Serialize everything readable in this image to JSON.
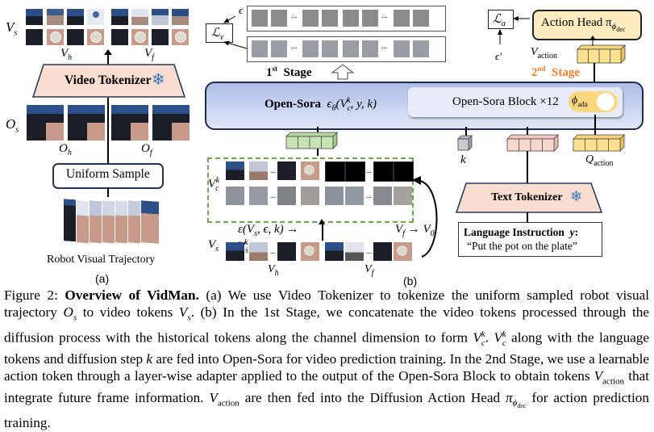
{
  "panel_a": {
    "label": "(a)",
    "vs_label": "V",
    "vs_sub": "s",
    "vh_label": "V",
    "vh_sub": "h",
    "vf_label": "V",
    "vf_sub": "f",
    "video_tokenizer": "Video Tokenizer",
    "os_label": "O",
    "os_sub": "s",
    "oh_label": "O",
    "oh_sub": "h",
    "of_label": "O",
    "of_sub": "f",
    "uniform_sample": "Uniform Sample",
    "trajectory_caption": "Robot Visual Trajectory"
  },
  "panel_b": {
    "label": "(b)",
    "epsilon": "ϵ",
    "loss_v": "ℒ",
    "loss_v_sub": "v",
    "stage1": "1",
    "stage1_sup": "st",
    "stage1_word": "Stage",
    "stage2": "2",
    "stage2_sup": "nd",
    "stage2_word": "Stage",
    "loss_a": "ℒ",
    "loss_a_sub": "a",
    "epsilon_prime": "ϵ'",
    "action_head": "Action Head π",
    "action_head_sub": "ϕ",
    "action_head_subsub": "dec",
    "v_action": "V",
    "v_action_sub": "action",
    "open_sora": "Open-Sora",
    "open_sora_formula": "ϵ",
    "open_sora_formula_sub": "θ",
    "open_sora_formula_args": "(V",
    "open_sora_formula_vc_sub": "c",
    "open_sora_formula_vc_sup": "k",
    "open_sora_formula_rest": ", y, k)",
    "open_sora_block": "Open-Sora Block ×12",
    "phi_ada": "ϕ",
    "phi_ada_sub": "ada",
    "k_label": "k",
    "q_action": "Q",
    "q_action_sub": "action",
    "vck_label": "V",
    "vck_sub": "c",
    "vck_sup": "k",
    "diffusion_expr": "ε(V",
    "diffusion_expr_sub": "s",
    "diffusion_expr_rest": ", ϵ, k) → V",
    "diffusion_expr_sub2": "s",
    "diffusion_expr_sup2": "k",
    "vf_to_v0": "V",
    "vf_to_v0_sub": "f",
    "vf_to_v0_rest": " → V",
    "vf_to_v0_sub2": "0",
    "vs_label": "V",
    "vs_sub": "s",
    "vh_label": "V",
    "vh_sub": "h",
    "vf_label": "V",
    "vf_sub": "f",
    "text_tokenizer": "Text Tokenizer",
    "lang_instr_title": "Language Instruction",
    "lang_instr_var": "y",
    "lang_instr_colon": ":",
    "lang_instr_text": "“Put the pot on the plate”",
    "ellipsis": "..."
  },
  "colors": {
    "open_sora_fill_top": "#aebde8",
    "open_sora_fill_bottom": "#dbe3f7",
    "open_sora_border": "#1f2d4f",
    "inner_block_fill": "#e8ecf8",
    "tokenizer_fill": "#f9ddd0",
    "tokenizer_border": "#2b3a5c",
    "action_head_fill": "#fdebc0",
    "token_yellow": "#fbe08f",
    "token_green": "#c8e3b3",
    "token_pink": "#f7d8cf",
    "token_gray": "#c9cbd2",
    "stage2_orange": "#ec7d31",
    "dashed_green": "#6aa84f",
    "phi_ada_fill": "#fcd77f"
  },
  "caption": {
    "figure_num": "Figure 2:",
    "title": "Overview of VidMan.",
    "l1": " (a) We use Video Tokenizer to tokenize the uniform sampled robot visual trajectory ",
    "os": "O",
    "os_sub": "s",
    "l2": " to video tokens ",
    "vs": "V",
    "vs_sub": "s",
    "l3": ". (b) In the 1st Stage, we concatenate the video tokens processed through the diffusion process with the historical tokens along the channel dimension to form ",
    "vck": "V",
    "vck_sub": "c",
    "vck_sup": "k",
    "l4": ". ",
    "l5": " along with the language tokens and diffusion step ",
    "k": "k",
    "l6": " are fed into Open-Sora for video prediction training. In the 2nd Stage, we use a learnable action token through a layer-wise adapter applied to the output of the Open-Sora Block to obtain tokens ",
    "vaction": "V",
    "vaction_sub": "action",
    "l7": " that integrate future frame information. ",
    "l8": " are then fed into the Diffusion Action Head ",
    "pi": "π",
    "pi_sub": "ϕ",
    "pi_subsub": "dec",
    "l9": " for action prediction training."
  }
}
